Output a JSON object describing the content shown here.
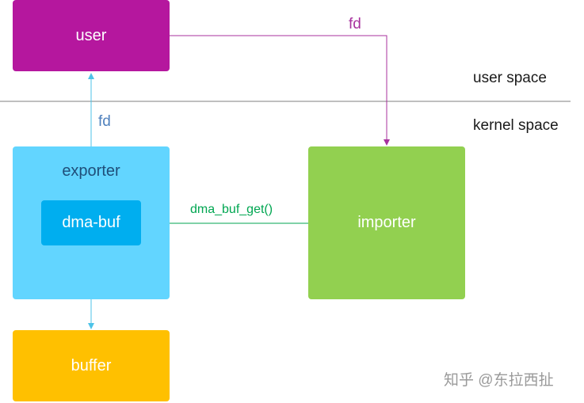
{
  "nodes": {
    "user": "user",
    "exporter": "exporter",
    "dmabuf": "dma-buf",
    "importer": "importer",
    "buffer": "buffer"
  },
  "regions": {
    "user_space": "user space",
    "kernel_space": "kernel space"
  },
  "edges": {
    "user_to_importer": "fd",
    "exporter_to_user": "fd",
    "importer_to_dmabuf": "dma_buf_get()"
  },
  "watermark": "知乎 @东拉西扯",
  "colors": {
    "user": "#b5179e",
    "exporter": "#62d5ff",
    "dmabuf": "#00aeef",
    "importer": "#92d050",
    "buffer": "#ffc000",
    "exporter_text": "#1f4e79",
    "fd_top": "#a8329e",
    "fd_left": "#4f81bd",
    "dma_call": "#00a651",
    "separator": "#7f7f7f"
  }
}
